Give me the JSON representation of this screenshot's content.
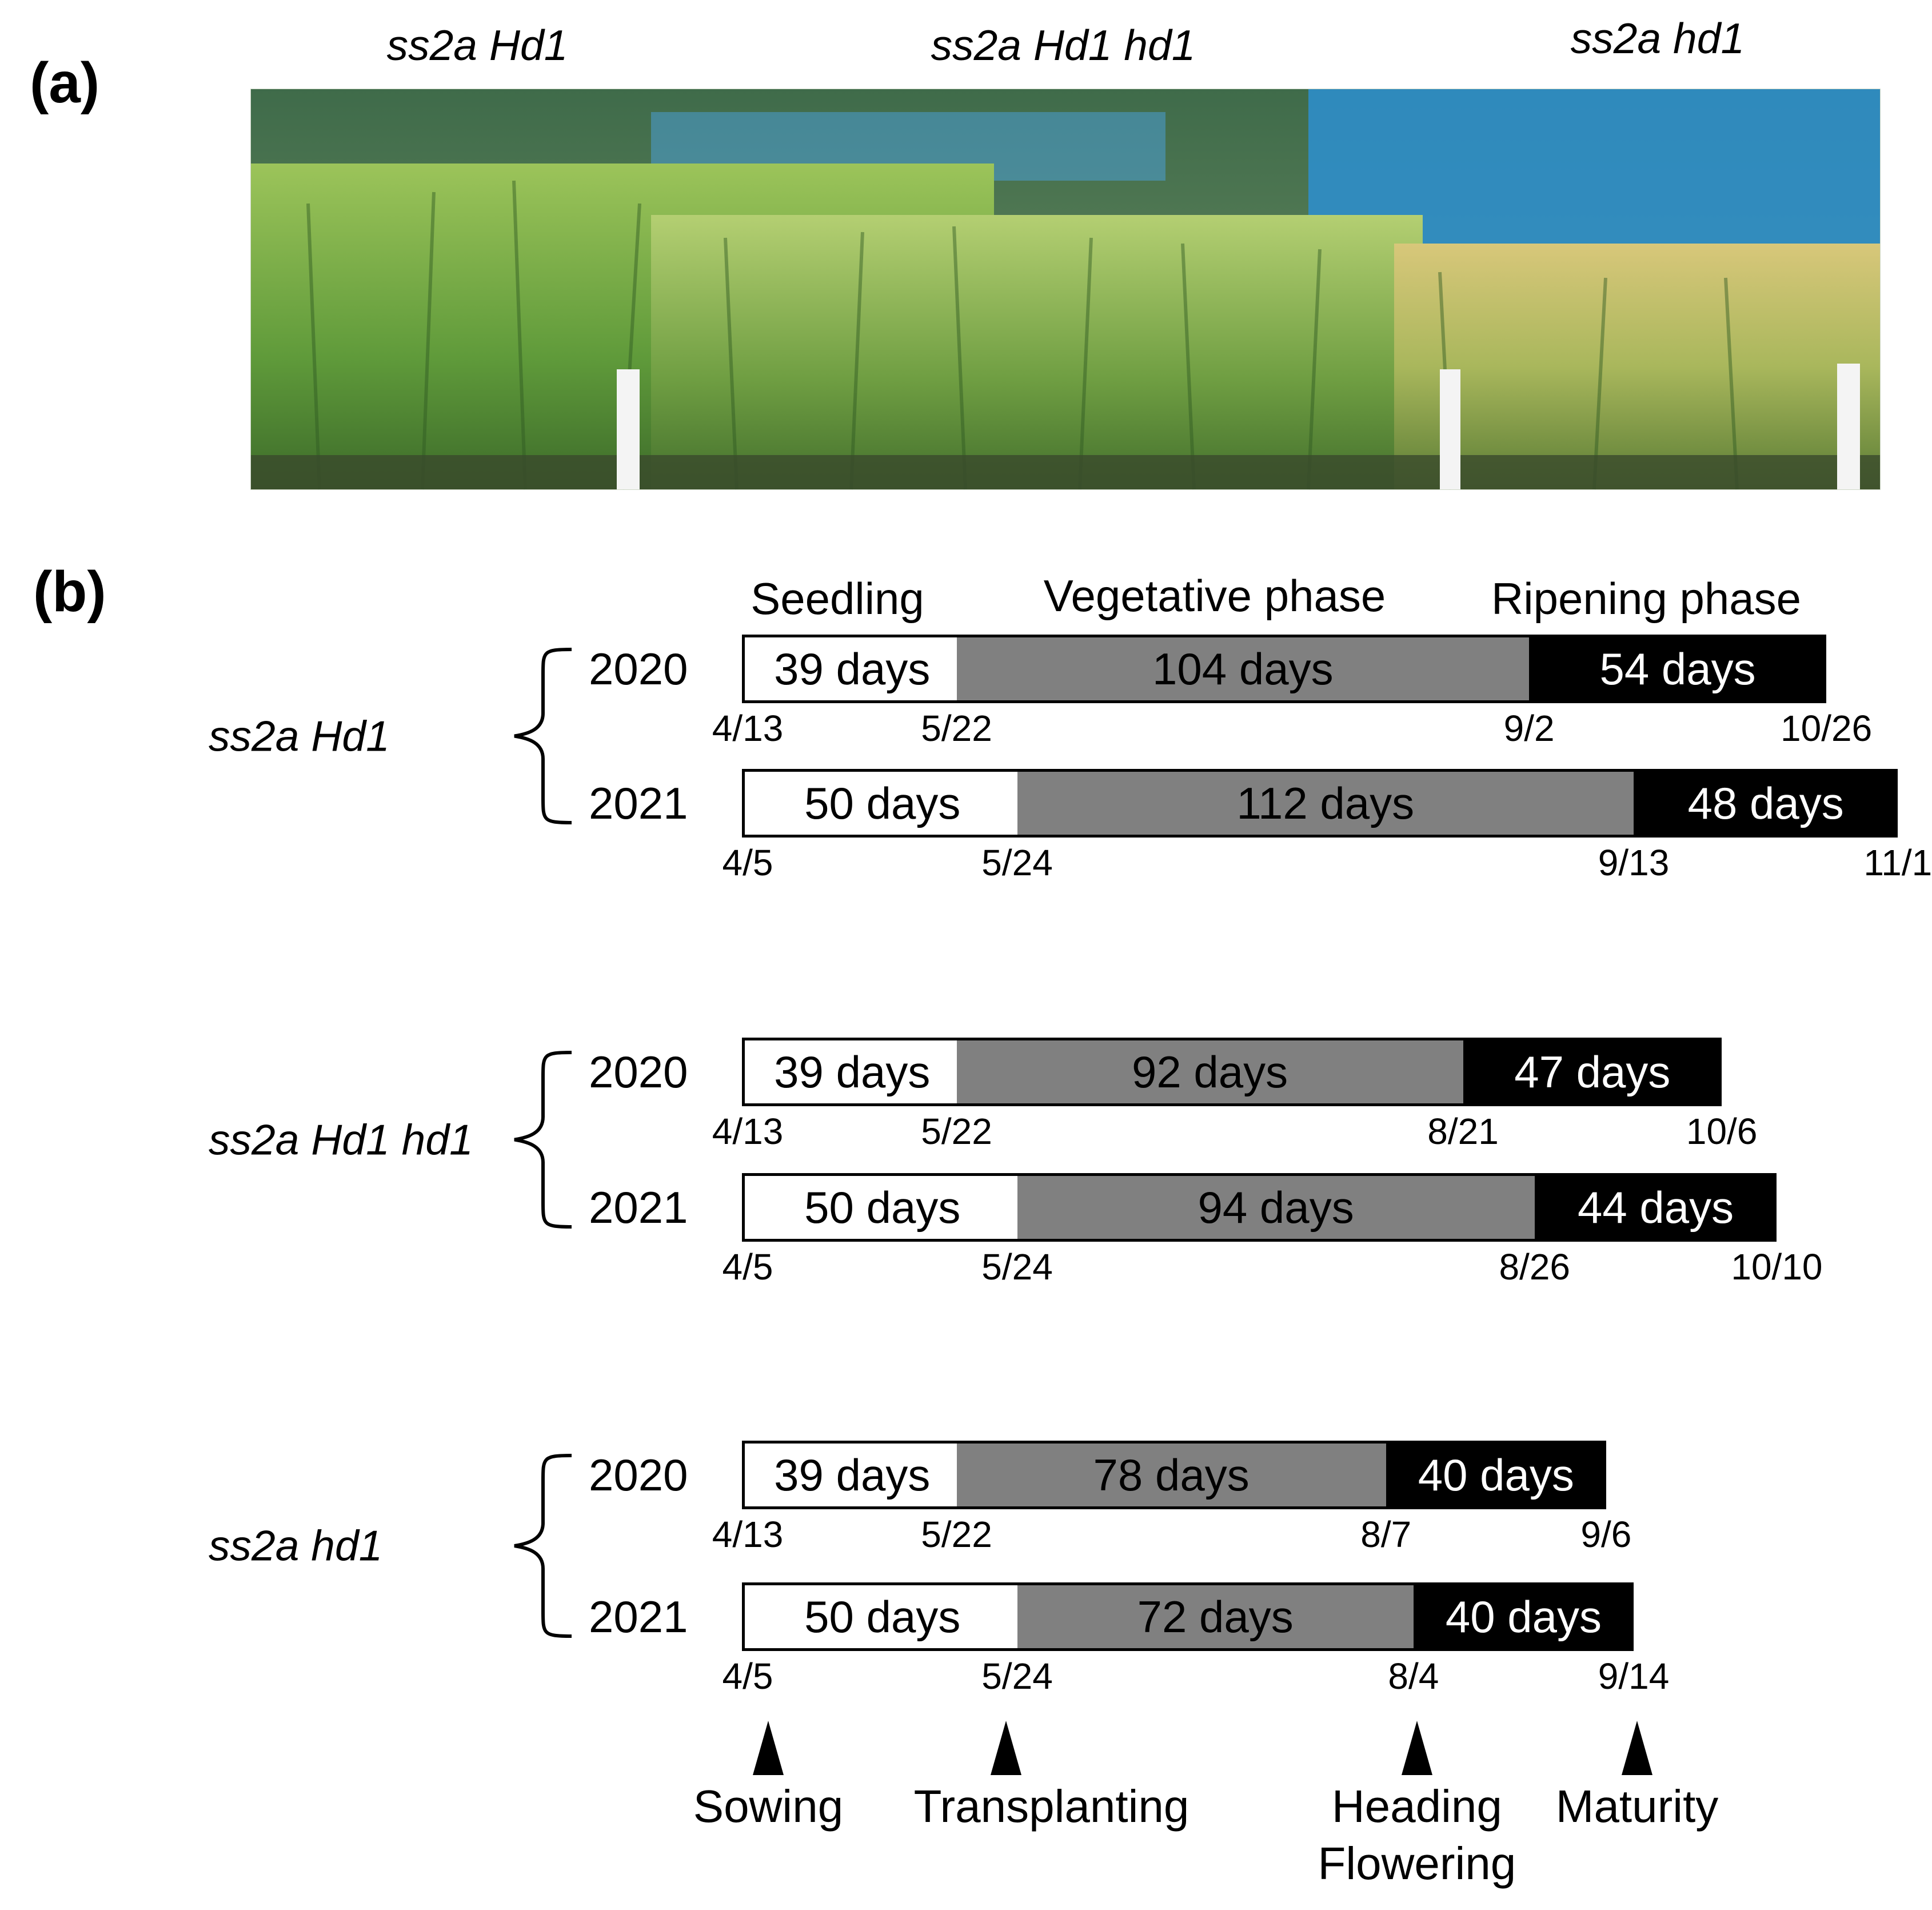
{
  "panel_a": {
    "label": "(a)",
    "genotype_labels": [
      "ss2a Hd1",
      "ss2a Hd1 hd1",
      "ss2a hd1"
    ]
  },
  "panel_b": {
    "label": "(b)",
    "phases": [
      "Seedling",
      "Vegetative phase",
      "Ripening phase"
    ],
    "groups": [
      {
        "genotype": "ss2a Hd1",
        "rows": [
          {
            "year": "2020",
            "segments": [
              "39 days",
              "104 days",
              "54 days"
            ],
            "days": [
              39,
              104,
              54
            ],
            "dates": [
              "4/13",
              "5/22",
              "9/2",
              "10/26"
            ]
          },
          {
            "year": "2021",
            "segments": [
              "50 days",
              "112 days",
              "48 days"
            ],
            "days": [
              50,
              112,
              48
            ],
            "dates": [
              "4/5",
              "5/24",
              "9/13",
              "11/1"
            ]
          }
        ]
      },
      {
        "genotype": "ss2a Hd1 hd1",
        "rows": [
          {
            "year": "2020",
            "segments": [
              "39 days",
              "92 days",
              "47 days"
            ],
            "days": [
              39,
              92,
              47
            ],
            "dates": [
              "4/13",
              "5/22",
              "8/21",
              "10/6"
            ]
          },
          {
            "year": "2021",
            "segments": [
              "50 days",
              "94 days",
              "44 days"
            ],
            "days": [
              50,
              94,
              44
            ],
            "dates": [
              "4/5",
              "5/24",
              "8/26",
              "10/10"
            ]
          }
        ]
      },
      {
        "genotype": "ss2a hd1",
        "rows": [
          {
            "year": "2020",
            "segments": [
              "39 days",
              "78 days",
              "40 days"
            ],
            "days": [
              39,
              78,
              40
            ],
            "dates": [
              "4/13",
              "5/22",
              "8/7",
              "9/6"
            ]
          },
          {
            "year": "2021",
            "segments": [
              "50 days",
              "72 days",
              "40 days"
            ],
            "days": [
              50,
              72,
              40
            ],
            "dates": [
              "4/5",
              "5/24",
              "8/4",
              "9/14"
            ]
          }
        ]
      }
    ],
    "events": [
      "Sowing",
      "Transplanting",
      "Heading\nFlowering",
      "Maturity"
    ]
  }
}
